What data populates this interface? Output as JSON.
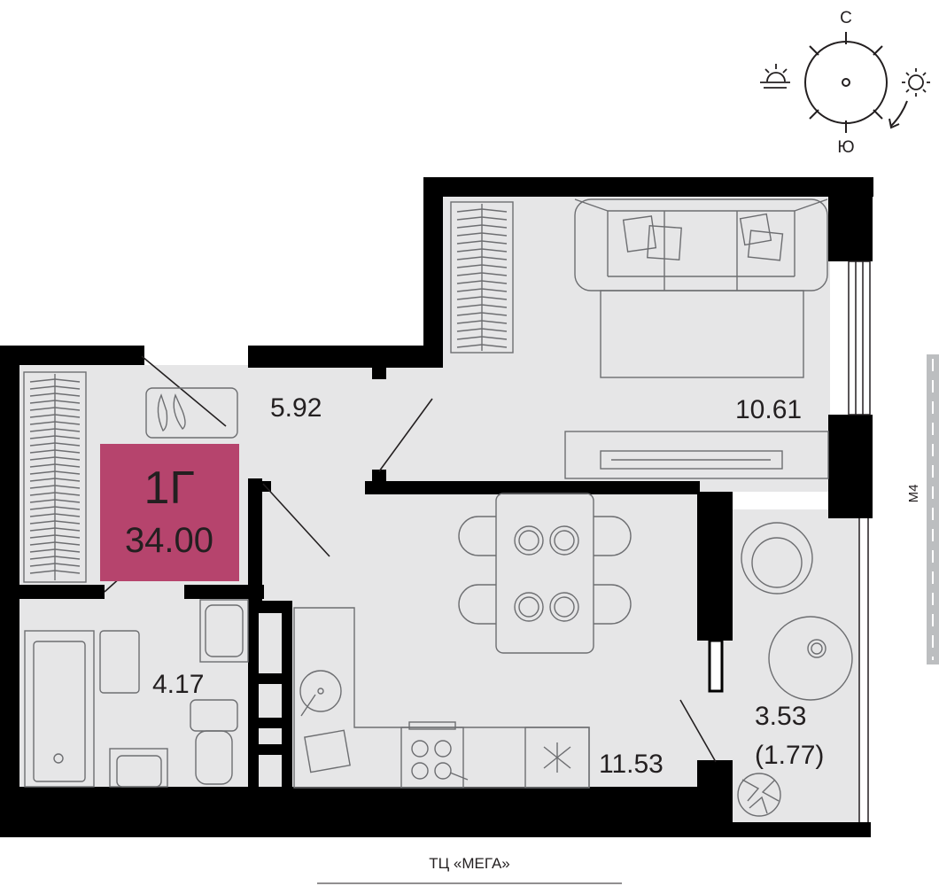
{
  "apartment": {
    "code": "1Г",
    "total_area": "34.00"
  },
  "rooms": {
    "hall": "5.92",
    "bedroom": "10.61",
    "bathroom": "4.17",
    "kitchen": "11.53",
    "balcony": "3.53",
    "balcony_reduced": "(1.77)"
  },
  "compass": {
    "north": "С",
    "south": "Ю"
  },
  "road_label": "М4",
  "mall_label": "ТЦ «МЕГА»",
  "colors": {
    "wall": "#000000",
    "floor": "#e6e6e7",
    "badge": "#b6446d",
    "furniture": "#6d6e71"
  },
  "icons": [
    "sunset-icon",
    "sunrise-icon",
    "compass-icon"
  ]
}
